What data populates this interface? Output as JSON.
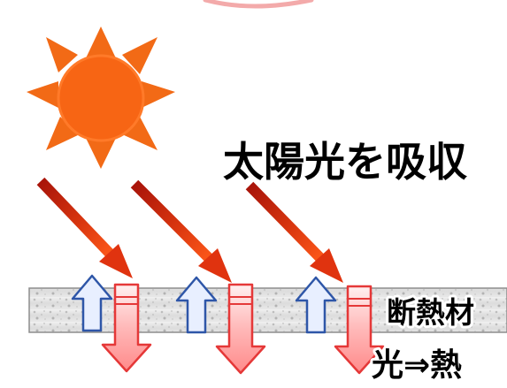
{
  "labels": {
    "sunlight_absorb": "太陽光を吸収",
    "insulation": "断熱材",
    "light_to_heat": "光⇒熱"
  },
  "colors": {
    "sun_fill": "#f76514",
    "sun_outline": "#ff7a29",
    "sun_ray": "#f26a16",
    "beam_dark": "#a8140a",
    "beam_mid": "#d9360f",
    "beam_light": "#ff6a1a",
    "panel_base": "#e6e6e6",
    "panel_border": "#8d8d8d",
    "up_arrow_fill": "#e8efff",
    "up_arrow_stroke": "#2e56a8",
    "down_arrow_fill": "#ffd6d6",
    "down_arrow_stroke": "#e53838",
    "text": "#000000",
    "highlight_halo": "#ffffff",
    "top_arc": "#f3aaaa"
  },
  "icons": {
    "sun": "sun-icon",
    "beam": "diagonal-light-beam-arrow",
    "up_arrow": "upward-hollow-arrow",
    "down_arrow": "downward-hollow-arrow"
  }
}
